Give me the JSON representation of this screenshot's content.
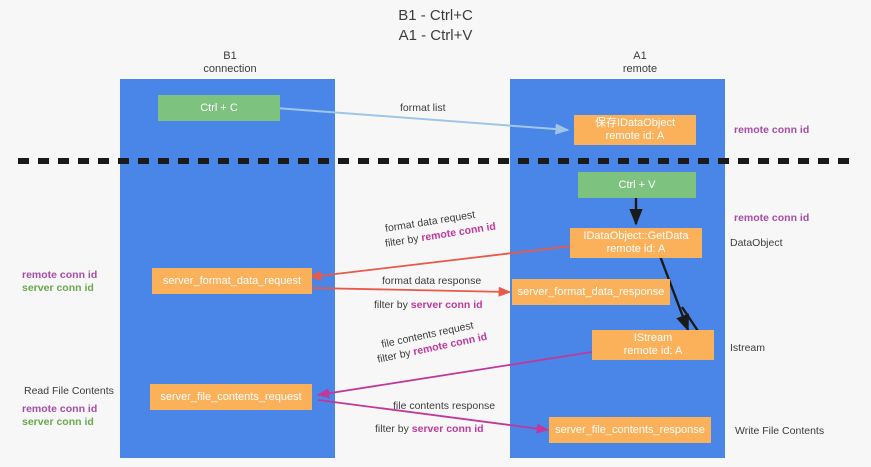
{
  "title": {
    "line1": "B1 - Ctrl+C",
    "line2": "A1 - Ctrl+V"
  },
  "columns": [
    {
      "name": "B1",
      "role": "connection"
    },
    {
      "name": "A1",
      "role": "remote"
    }
  ],
  "boxes": {
    "ctrl_c": "Ctrl + C",
    "ctrl_v": "Ctrl + V",
    "save_idataobject_l1": "保存IDataObject",
    "save_idataobject_l2": "remote id: A",
    "getdata_l1": "IDataObject::GetData",
    "getdata_l2": "remote id: A",
    "istream_l1": "IStream",
    "istream_l2": "remote id: A",
    "server_format_data_request": "server_format_data_request",
    "server_format_data_response": "server_format_data_response",
    "server_file_contents_request": "server_file_contents_request",
    "server_file_contents_response": "server_file_contents_response"
  },
  "edge_labels": {
    "format_list": "format list",
    "format_data_request": "format data request",
    "format_data_request_filter_prefix": "filter by ",
    "format_data_request_filter_key": "remote conn id",
    "format_data_response": "format data response",
    "format_data_response_filter_prefix": "filter by ",
    "format_data_response_filter_key": "server conn id",
    "file_contents_request": "file contents request",
    "file_contents_request_filter_prefix": "filter by ",
    "file_contents_request_filter_key": "remote conn id",
    "file_contents_response": "file contents response",
    "file_contents_response_filter_prefix": "filter by ",
    "file_contents_response_filter_key": "server conn id"
  },
  "annotations": {
    "right_remote_conn_id_top": "remote conn id",
    "right_remote_conn_id_mid": "remote conn id",
    "right_dataobject": "DataObject",
    "right_istream": "Istream",
    "right_write_file_contents": "Write File Contents",
    "left_remote_conn_id": "remote conn id",
    "left_server_conn_id": "server conn id",
    "left_read_file_contents": "Read File Contents",
    "left_remote_conn_id2": "remote conn id",
    "left_server_conn_id2": "server conn id"
  },
  "colors": {
    "lane": "#4a86e8",
    "green_box": "#7dc37f",
    "orange_box": "#fbb05a",
    "purple_text": "#a64ca6",
    "green_text": "#6aa84f",
    "magenta": "#c0399a",
    "red_arrow": "#e8594a",
    "blue_arrow": "#9fc5e8",
    "black": "#1a1a1a",
    "background": "#f7f7f7"
  }
}
